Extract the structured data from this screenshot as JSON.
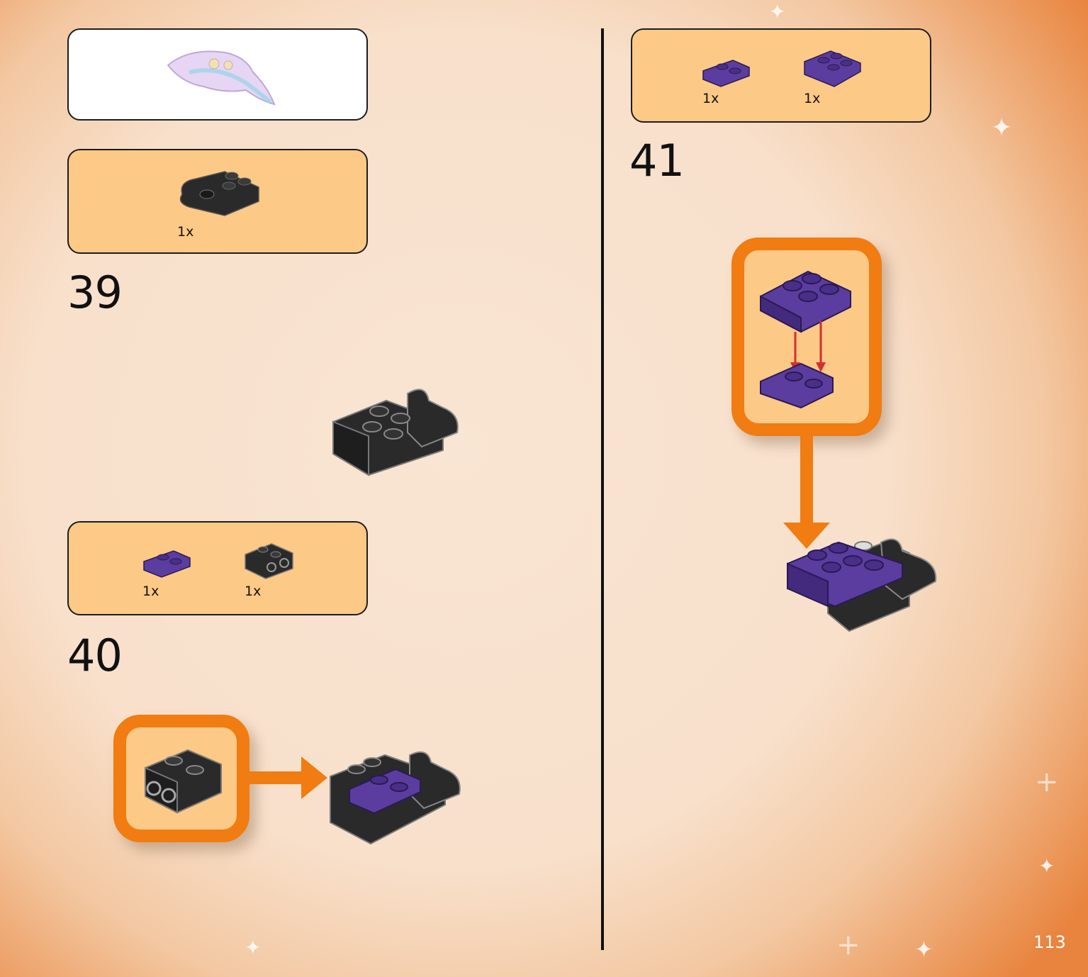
{
  "page": {
    "number": "113"
  },
  "steps": [
    {
      "number": "39",
      "parts": [
        {
          "qty": "1x"
        }
      ]
    },
    {
      "number": "40",
      "parts": [
        {
          "qty": "1x"
        },
        {
          "qty": "1x"
        }
      ]
    },
    {
      "number": "41",
      "parts": [
        {
          "qty": "1x"
        },
        {
          "qty": "1x"
        }
      ]
    }
  ],
  "colors": {
    "panel_fill": "#fdc986",
    "callout_border": "#f07c12",
    "brick_black": "#2a2a2a",
    "brick_purple": "#5a3d9e",
    "arrow_red": "#d32f2f",
    "arrow_orange": "#f07c12"
  }
}
